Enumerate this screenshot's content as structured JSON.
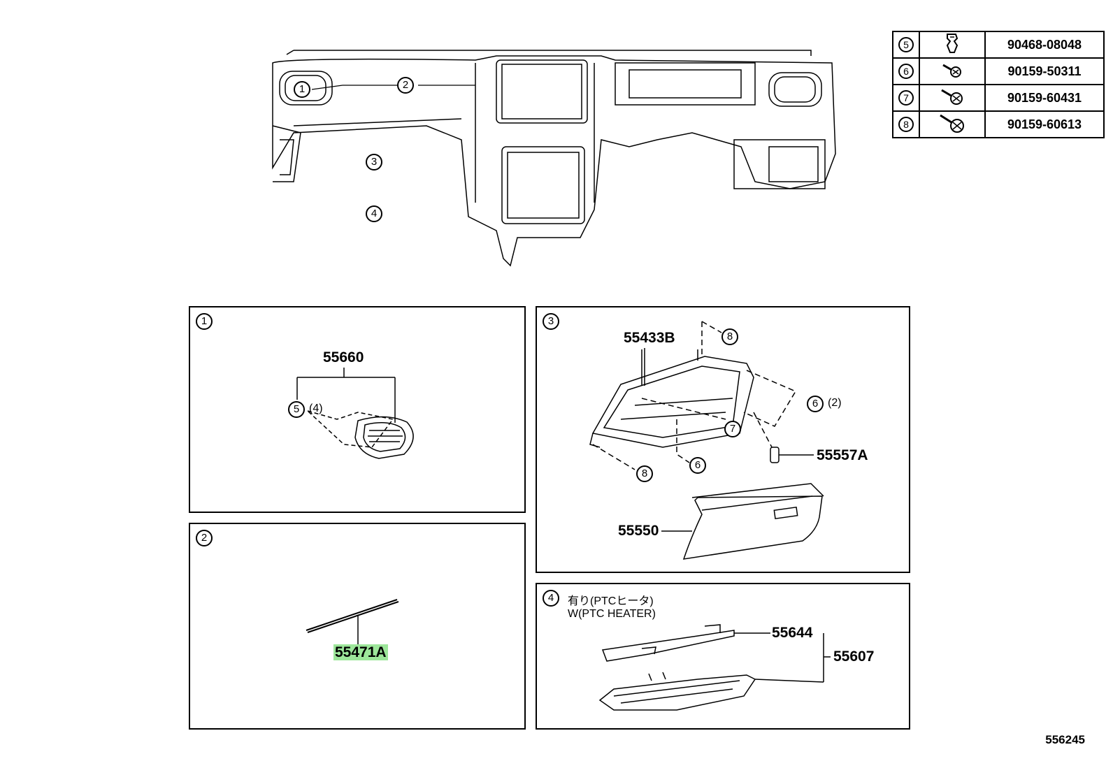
{
  "fastener_table": [
    {
      "ref": "5",
      "icon": "clip-icon",
      "part_no": "90468-08048"
    },
    {
      "ref": "6",
      "icon": "screw-icon",
      "part_no": "90159-50311"
    },
    {
      "ref": "7",
      "icon": "screw-icon",
      "part_no": "90159-60431"
    },
    {
      "ref": "8",
      "icon": "screw-icon",
      "part_no": "90159-60613"
    }
  ],
  "overview": {
    "callouts": [
      "1",
      "2",
      "3",
      "4"
    ]
  },
  "panel1": {
    "ref": "1",
    "part": "55660",
    "sub_ref": "5",
    "sub_qty": "(4)"
  },
  "panel2": {
    "ref": "2",
    "part": "55471A",
    "highlight_color": "#9de69a"
  },
  "panel3": {
    "ref": "3",
    "part_bracket": "55433B",
    "part_box": "55550",
    "part_clip": "55557A",
    "callout_8a": "8",
    "callout_8b": "8",
    "callout_6a": "6",
    "callout_6a_qty": "(2)",
    "callout_6b": "6",
    "callout_7": "7"
  },
  "panel4": {
    "ref": "4",
    "note_jp": "有り(PTCヒータ)",
    "note_en": "W(PTC HEATER)",
    "part_top": "55644",
    "part_assy": "55607"
  },
  "diagram_id": "556245"
}
